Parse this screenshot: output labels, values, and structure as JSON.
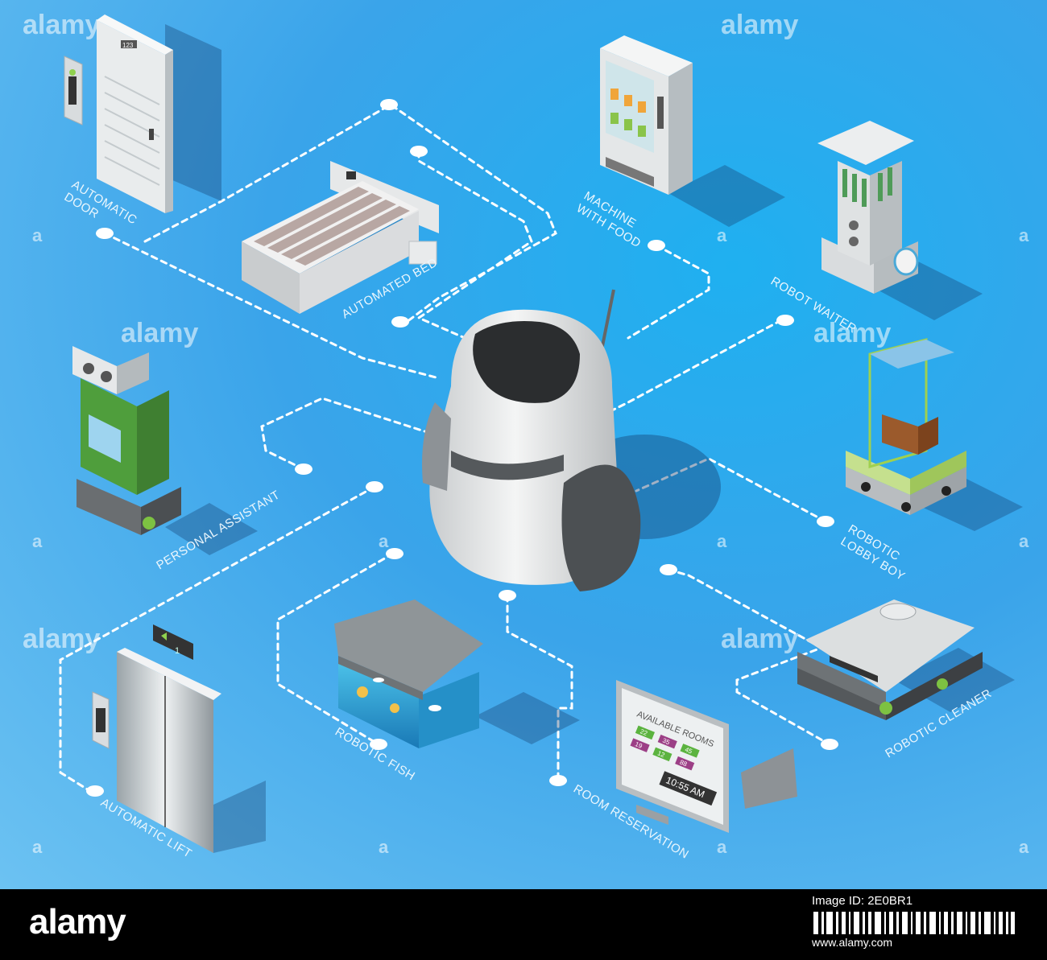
{
  "diagram": {
    "hub": "central-robot",
    "nodes": [
      {
        "id": "door",
        "label": [
          "Automatic",
          "door"
        ]
      },
      {
        "id": "bed",
        "label": [
          "Automated bed"
        ]
      },
      {
        "id": "food",
        "label": [
          "Machine",
          "with food"
        ]
      },
      {
        "id": "waiter",
        "label": [
          "Robot waiter"
        ]
      },
      {
        "id": "lobby",
        "label": [
          "Robotic",
          "lobby boy"
        ]
      },
      {
        "id": "cleaner",
        "label": [
          "Robotic cleaner"
        ]
      },
      {
        "id": "reservation",
        "label": [
          "Room reservation"
        ]
      },
      {
        "id": "fish",
        "label": [
          "Robotic fish"
        ]
      },
      {
        "id": "lift",
        "label": [
          "Automatic lift"
        ]
      },
      {
        "id": "assistant",
        "label": [
          "Personal assistant"
        ]
      }
    ],
    "door_number": "123",
    "lift_floor": "1",
    "screen": {
      "title": "AVAILABLE ROOMS",
      "rooms": [
        "22",
        "35",
        "45",
        "19",
        "12",
        "88"
      ],
      "time": "10:55 AM"
    }
  },
  "watermark": {
    "text": "alamy",
    "small": "a"
  },
  "footer": {
    "brand": "alamy",
    "image_id": "Image ID: 2E0BR1",
    "url": "www.alamy.com"
  },
  "colors": {
    "background": "#2aa8ee",
    "connector": "#ffffff",
    "footer": "#000000"
  }
}
